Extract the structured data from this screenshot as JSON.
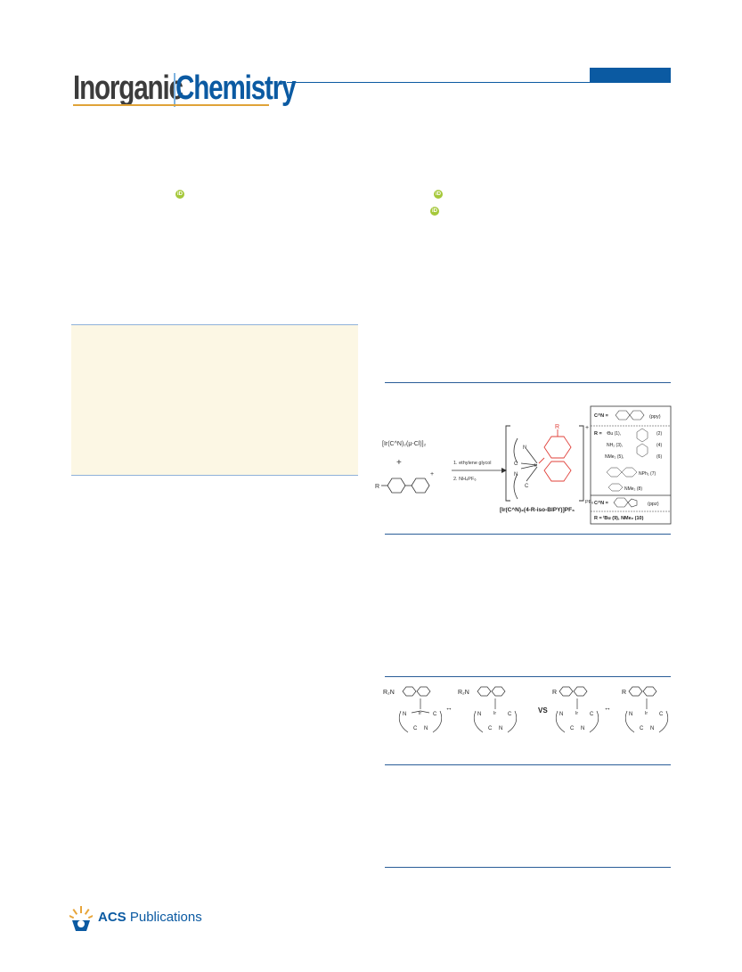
{
  "header": {
    "journal_word1": "Inorganic",
    "journal_word2": "Chemistry",
    "accent_color": "#0b5aa2"
  },
  "orcid_icon": "orcid-icon",
  "scheme1": {
    "dimer_label": "[Ir(C^N)₂(μ-Cl)]₂",
    "plus": "+",
    "r_label": "R",
    "step1": "1. ethylene glycol",
    "step2": "2. NH₄PF₆",
    "charge": "+",
    "anion": "PF₆",
    "product_label": "[Ir(C^N)₂(4-R-iso-BIPY)]PF₆",
    "ligand_N": "N",
    "ligand_C": "C",
    "ir": "Ir",
    "panel": {
      "cn1_label": "C^N =",
      "cn1_name": "(ppy)",
      "r_header": "R =",
      "r_items": [
        {
          "text": "ᵗBu (1),"
        },
        {
          "text": "NH₂ (3),"
        },
        {
          "text": "NMe₂ (5),"
        },
        {
          "text": "(2)"
        },
        {
          "text": "(4)"
        },
        {
          "text": "(6)"
        },
        {
          "text": "NPh₂ (7)"
        },
        {
          "text": "NMe₂ (8)"
        }
      ],
      "cn2_label": "C^N =",
      "cn2_name": "(ppz)",
      "r2_line": "R = ᵗBu (9), NMe₂ (10)"
    }
  },
  "scheme2": {
    "r2n": "R₂N",
    "r2n_plus": "R₂N",
    "r": "R",
    "vs": "VS",
    "ir": "Ir",
    "n": "N",
    "c": "C"
  },
  "footer": {
    "acs": "ACS",
    "publications": "Publications"
  }
}
